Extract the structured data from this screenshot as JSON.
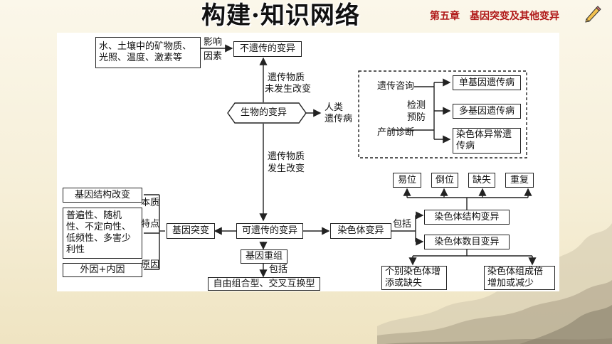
{
  "title": "构建·知识网络",
  "chapter": "第五章　基因突变及其他变异",
  "icons": {
    "pencil": "pencil-icon",
    "landscape": "ink-mountain-decoration"
  },
  "nodes": {
    "center": "生物的变异",
    "non_heritable": "不遗传的变异",
    "env_factors": "水、土壤中的矿物质、光照、温度、激素等",
    "heritable": "可遗传的变异",
    "gene_mutation": "基因突变",
    "gene_recombination": "基因重组",
    "recomb_types": "自由组合型、交叉互换型",
    "chromosome_variation": "染色体变异",
    "structural": "染色体结构变异",
    "numerical": "染色体数目变异",
    "struct_types": [
      "易位",
      "倒位",
      "缺失",
      "重复"
    ],
    "individual": "个别染色体增添或缺失",
    "set_change": "染色体组成倍增加或减少",
    "gene_structure": "基因结构改变",
    "features": "普遍性、随机性、不定向性、低频性、多害少利性",
    "causes": "外因+内因",
    "single_gene": "单基因遗传病",
    "multi_gene": "多基因遗传病",
    "chromosome_disease": "染色体异常遗传病"
  },
  "labels": {
    "influence_1": "影响",
    "influence_2": "因素",
    "unchanged_1": "遗传物质",
    "unchanged_2": "未发生改变",
    "changed_1": "遗传物质",
    "changed_2": "发生改变",
    "human_1": "人类",
    "human_2": "遗传病",
    "counseling": "遗传咨询",
    "detect": "检测",
    "prevent": "预防",
    "prenatal": "产前诊断",
    "essence": "本质",
    "trait": "特点",
    "cause": "原因",
    "include_1": "包括",
    "include_2": "包括"
  }
}
